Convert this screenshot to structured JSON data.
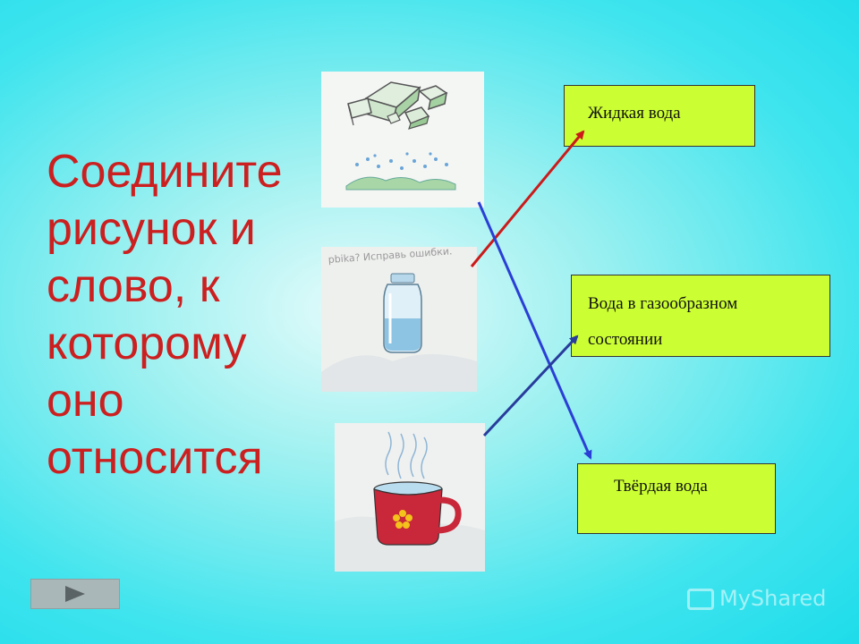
{
  "instruction": {
    "lines": [
      "Соедините",
      "рисунок и",
      "слово, к",
      "которому",
      "оно",
      "относится"
    ]
  },
  "options": {
    "liquid": "Жидкая вода",
    "gas_line1": "Вода в газообразном",
    "gas_line2": "состоянии",
    "solid": "Твёрдая вода"
  },
  "images": {
    "ice": "ice-cubes-picture",
    "jar": "water-jar-picture",
    "cup": "steaming-cup-picture"
  },
  "colors": {
    "instruction_text": "#cc1f1f",
    "word_box": "#ccff33",
    "arrow_red": "#cc1a1a",
    "arrow_blue": "#2a3fd6",
    "arrow_darkblue": "#283c9c"
  },
  "watermark": {
    "text": "MyShared"
  },
  "nav": {
    "icon": "play-next-icon"
  }
}
